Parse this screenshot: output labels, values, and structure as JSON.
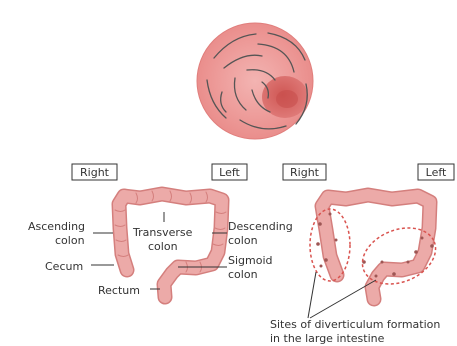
{
  "labels": {
    "right_1": "Right",
    "left_1": "Left",
    "right_2": "Right",
    "left_2": "Left",
    "ascending_1": "Ascending",
    "ascending_2": "colon",
    "transverse_1": "Transverse",
    "transverse_2": "colon",
    "descending_1": "Descending",
    "descending_2": "colon",
    "cecum": "Cecum",
    "sigmoid_1": "Sigmoid",
    "sigmoid_2": "colon",
    "rectum": "Rectum",
    "sites_1": "Sites of diverticulum formation",
    "sites_2": "in the large intestine"
  },
  "colors": {
    "colon_fill": "#ecaaa8",
    "colon_stroke": "#d47f7d",
    "mucosa_fill": "#e98e8c",
    "dashed_circle": "#d9534f",
    "text": "#333333"
  }
}
